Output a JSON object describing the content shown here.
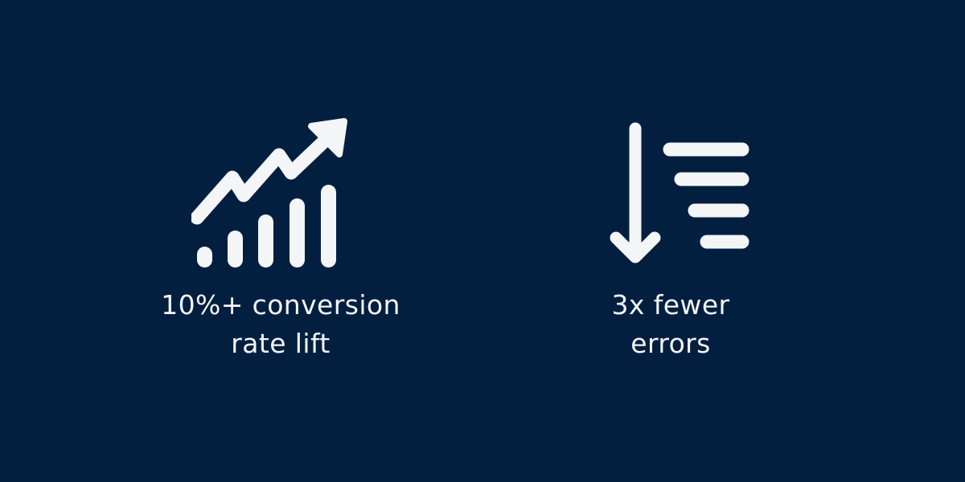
{
  "theme": {
    "background": "#021F40",
    "foreground": "#F3F5F7"
  },
  "stats": [
    {
      "icon": "growth-chart-icon",
      "label": "10%+ conversion rate lift",
      "line1": "10%+ conversion",
      "line2": "rate lift"
    },
    {
      "icon": "decreasing-errors-icon",
      "label": "3x fewer errors",
      "line1": "3x fewer",
      "line2": "errors"
    }
  ]
}
